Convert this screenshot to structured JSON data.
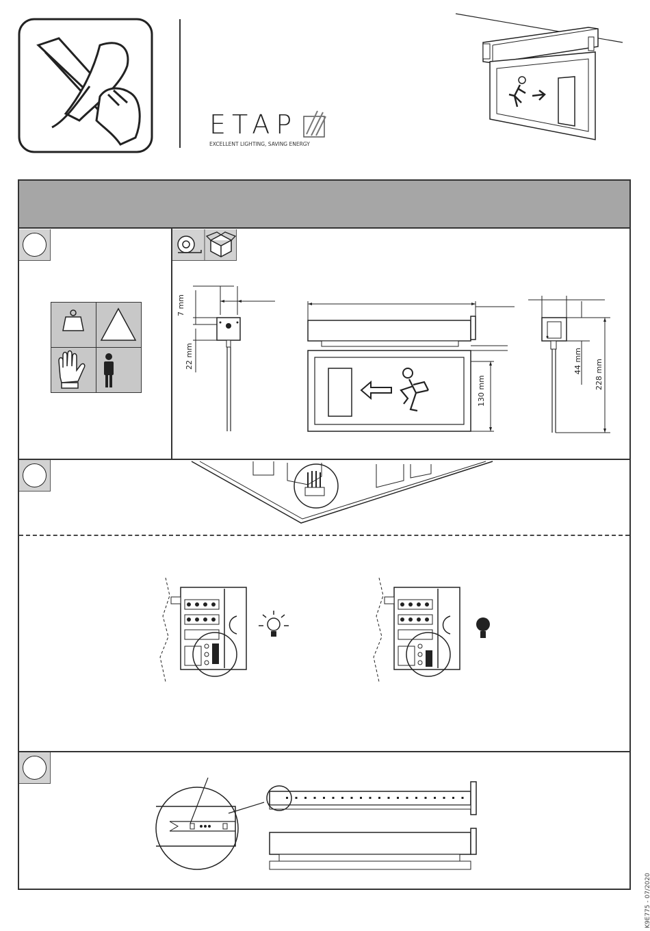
{
  "brand": {
    "name": "ETAP",
    "tagline": "EXCELLENT LIGHTING, SAVING ENERGY"
  },
  "dimensions": {
    "d7": "7 mm",
    "d22": "22 mm",
    "d130": "130 mm",
    "d44": "44 mm",
    "d228": "228 mm"
  },
  "document": {
    "code": "K9E775 - 07/2020"
  }
}
